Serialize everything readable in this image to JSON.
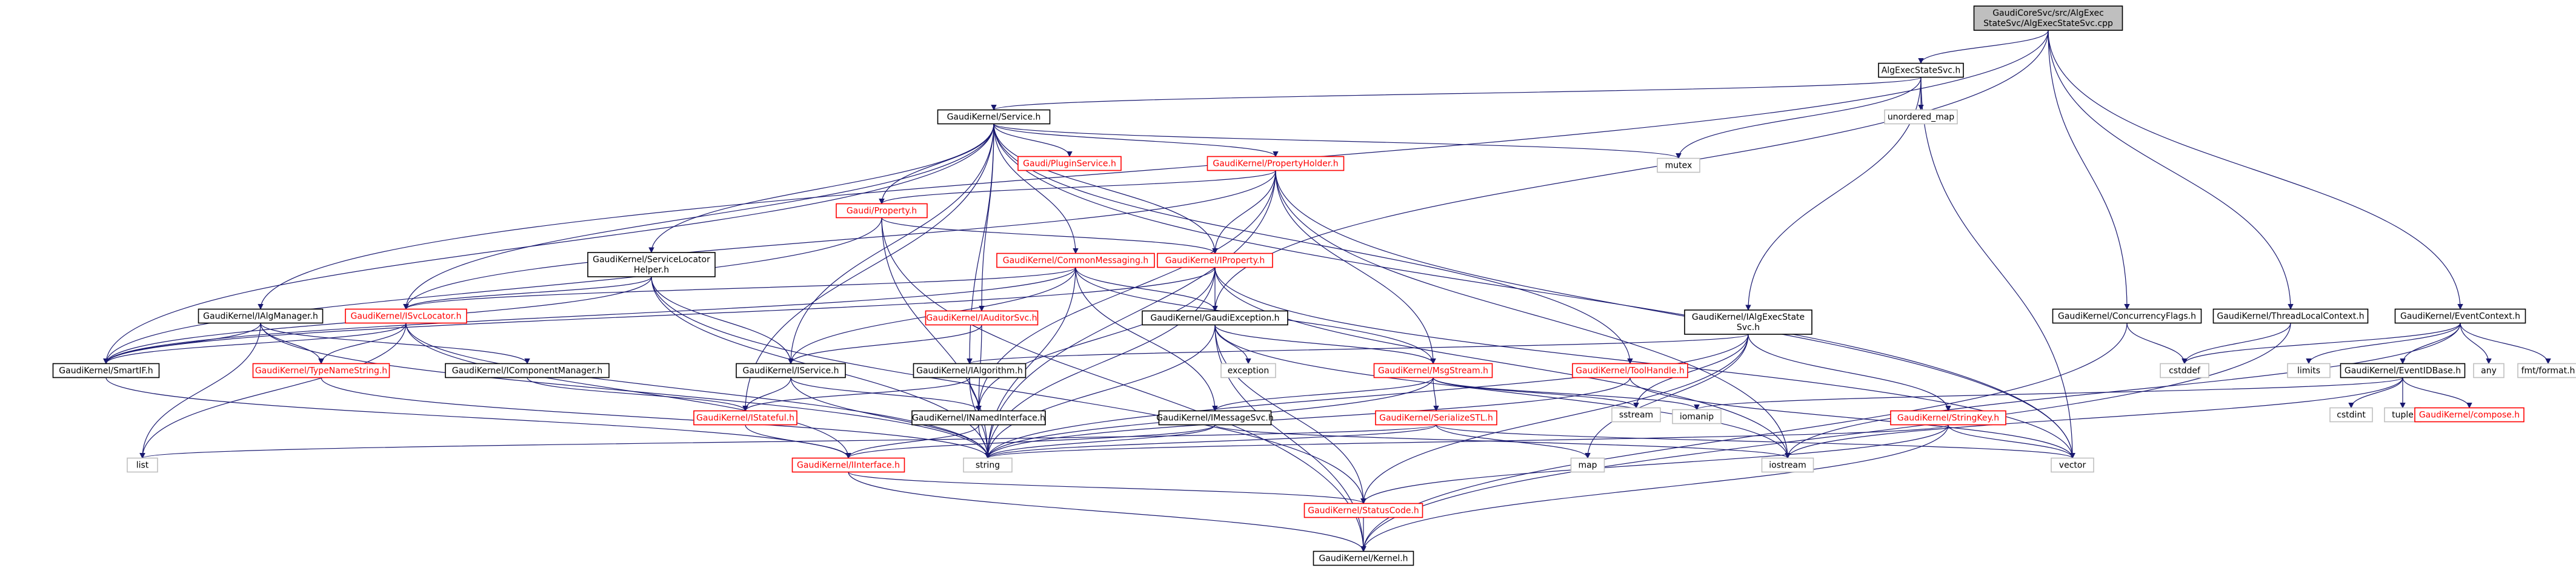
{
  "diagram": {
    "title": "",
    "colors": {
      "edge": "#191970",
      "text_default": "#000000",
      "text_link": "#000000",
      "text_red": "#ff0000",
      "border_default": "#000000",
      "border_gray": "#bfbfbf",
      "root_fill": "#bfbfbf"
    },
    "nodes": [
      {
        "id": "root",
        "lines": [
          "GaudiCoreSvc/src/AlgExec",
          "StateSvc/AlgExecStateSvc.cpp"
        ],
        "style": "root"
      },
      {
        "id": "AlgExecStateSvc_h",
        "lines": [
          "AlgExecStateSvc.h"
        ],
        "style": "black"
      },
      {
        "id": "Service_h",
        "lines": [
          "GaudiKernel/Service.h"
        ],
        "style": "black"
      },
      {
        "id": "unordered_map",
        "lines": [
          "unordered_map"
        ],
        "style": "gray"
      },
      {
        "id": "mutex",
        "lines": [
          "mutex"
        ],
        "style": "gray"
      },
      {
        "id": "PluginService_h",
        "lines": [
          "Gaudi/PluginService.h"
        ],
        "style": "red"
      },
      {
        "id": "PropertyHolder_h",
        "lines": [
          "GaudiKernel/PropertyHolder.h"
        ],
        "style": "red"
      },
      {
        "id": "Property_h",
        "lines": [
          "Gaudi/Property.h"
        ],
        "style": "red"
      },
      {
        "id": "IProperty_h",
        "lines": [
          "GaudiKernel/IProperty.h"
        ],
        "style": "red"
      },
      {
        "id": "ServiceLocatorHelper_h",
        "lines": [
          "GaudiKernel/ServiceLocator",
          "Helper.h"
        ],
        "style": "black"
      },
      {
        "id": "CommonMessaging_h",
        "lines": [
          "GaudiKernel/CommonMessaging.h"
        ],
        "style": "red"
      },
      {
        "id": "IAlgManager_h",
        "lines": [
          "GaudiKernel/IAlgManager.h"
        ],
        "style": "black"
      },
      {
        "id": "ISvcLocator_h",
        "lines": [
          "GaudiKernel/ISvcLocator.h"
        ],
        "style": "red"
      },
      {
        "id": "IAuditorSvc_h",
        "lines": [
          "GaudiKernel/IAuditorSvc.h"
        ],
        "style": "red"
      },
      {
        "id": "GaudiException_h",
        "lines": [
          "GaudiKernel/GaudiException.h"
        ],
        "style": "black"
      },
      {
        "id": "IAlgExecStateSvc_h",
        "lines": [
          "GaudiKernel/IAlgExecState",
          "Svc.h"
        ],
        "style": "black"
      },
      {
        "id": "ConcurrencyFlags_h",
        "lines": [
          "GaudiKernel/ConcurrencyFlags.h"
        ],
        "style": "black"
      },
      {
        "id": "ThreadLocalContext_h",
        "lines": [
          "GaudiKernel/ThreadLocalContext.h"
        ],
        "style": "black"
      },
      {
        "id": "EventContext_h",
        "lines": [
          "GaudiKernel/EventContext.h"
        ],
        "style": "black"
      },
      {
        "id": "SmartIF_h",
        "lines": [
          "GaudiKernel/SmartIF.h"
        ],
        "style": "black"
      },
      {
        "id": "TypeNameString_h",
        "lines": [
          "GaudiKernel/TypeNameString.h"
        ],
        "style": "red"
      },
      {
        "id": "IComponentManager_h",
        "lines": [
          "GaudiKernel/IComponentManager.h"
        ],
        "style": "black"
      },
      {
        "id": "IService_h",
        "lines": [
          "GaudiKernel/IService.h"
        ],
        "style": "black"
      },
      {
        "id": "IAlgorithm_h",
        "lines": [
          "GaudiKernel/IAlgorithm.h"
        ],
        "style": "black"
      },
      {
        "id": "exception",
        "lines": [
          "exception"
        ],
        "style": "gray"
      },
      {
        "id": "MsgStream_h",
        "lines": [
          "GaudiKernel/MsgStream.h"
        ],
        "style": "red"
      },
      {
        "id": "ToolHandle_h",
        "lines": [
          "GaudiKernel/ToolHandle.h"
        ],
        "style": "red"
      },
      {
        "id": "sstream",
        "lines": [
          "sstream"
        ],
        "style": "gray"
      },
      {
        "id": "iomanip",
        "lines": [
          "iomanip"
        ],
        "style": "gray"
      },
      {
        "id": "StringKey_h",
        "lines": [
          "GaudiKernel/StringKey.h"
        ],
        "style": "red"
      },
      {
        "id": "cstddef",
        "lines": [
          "cstddef"
        ],
        "style": "gray"
      },
      {
        "id": "limits",
        "lines": [
          "limits"
        ],
        "style": "gray"
      },
      {
        "id": "EventIDBase_h",
        "lines": [
          "GaudiKernel/EventIDBase.h"
        ],
        "style": "black"
      },
      {
        "id": "any",
        "lines": [
          "any"
        ],
        "style": "gray"
      },
      {
        "id": "fmt_format_h",
        "lines": [
          "fmt/format.h"
        ],
        "style": "gray"
      },
      {
        "id": "IStateful_h",
        "lines": [
          "GaudiKernel/IStateful.h"
        ],
        "style": "red"
      },
      {
        "id": "INamedInterface_h",
        "lines": [
          "GaudiKernel/INamedInterface.h"
        ],
        "style": "black"
      },
      {
        "id": "IMessageSvc_h",
        "lines": [
          "GaudiKernel/IMessageSvc.h"
        ],
        "style": "black"
      },
      {
        "id": "SerializeSTL_h",
        "lines": [
          "GaudiKernel/SerializeSTL.h"
        ],
        "style": "red"
      },
      {
        "id": "cstdint",
        "lines": [
          "cstdint"
        ],
        "style": "gray"
      },
      {
        "id": "tuple",
        "lines": [
          "tuple"
        ],
        "style": "gray"
      },
      {
        "id": "compose_h",
        "lines": [
          "GaudiKernel/compose.h"
        ],
        "style": "red"
      },
      {
        "id": "list",
        "lines": [
          "list"
        ],
        "style": "gray"
      },
      {
        "id": "IInterface_h",
        "lines": [
          "GaudiKernel/IInterface.h"
        ],
        "style": "red"
      },
      {
        "id": "string",
        "lines": [
          "string"
        ],
        "style": "gray"
      },
      {
        "id": "map",
        "lines": [
          "map"
        ],
        "style": "gray"
      },
      {
        "id": "iostream",
        "lines": [
          "iostream"
        ],
        "style": "gray"
      },
      {
        "id": "vector",
        "lines": [
          "vector"
        ],
        "style": "gray"
      },
      {
        "id": "StatusCode_h",
        "lines": [
          "GaudiKernel/StatusCode.h"
        ],
        "style": "red"
      },
      {
        "id": "Kernel_h",
        "lines": [
          "GaudiKernel/Kernel.h"
        ],
        "style": "black"
      }
    ],
    "edges": [
      [
        "root",
        "AlgExecStateSvc_h"
      ],
      [
        "root",
        "IAlgManager_h"
      ],
      [
        "root",
        "ConcurrencyFlags_h"
      ],
      [
        "root",
        "ThreadLocalContext_h"
      ],
      [
        "root",
        "EventContext_h"
      ],
      [
        "root",
        "GaudiException_h"
      ],
      [
        "AlgExecStateSvc_h",
        "Service_h"
      ],
      [
        "AlgExecStateSvc_h",
        "unordered_map"
      ],
      [
        "AlgExecStateSvc_h",
        "mutex"
      ],
      [
        "AlgExecStateSvc_h",
        "IAlgExecStateSvc_h"
      ],
      [
        "AlgExecStateSvc_h",
        "vector"
      ],
      [
        "Service_h",
        "PluginService_h"
      ],
      [
        "Service_h",
        "PropertyHolder_h"
      ],
      [
        "Service_h",
        "Property_h"
      ],
      [
        "Service_h",
        "IProperty_h"
      ],
      [
        "Service_h",
        "ServiceLocatorHelper_h"
      ],
      [
        "Service_h",
        "CommonMessaging_h"
      ],
      [
        "Service_h",
        "ISvcLocator_h"
      ],
      [
        "Service_h",
        "IAuditorSvc_h"
      ],
      [
        "Service_h",
        "SmartIF_h"
      ],
      [
        "Service_h",
        "IService_h"
      ],
      [
        "Service_h",
        "IStateful_h"
      ],
      [
        "Service_h",
        "ToolHandle_h"
      ],
      [
        "Service_h",
        "mutex"
      ],
      [
        "Service_h",
        "vector"
      ],
      [
        "Service_h",
        "IAlgorithm_h"
      ],
      [
        "PropertyHolder_h",
        "Property_h"
      ],
      [
        "PropertyHolder_h",
        "IProperty_h"
      ],
      [
        "PropertyHolder_h",
        "ISvcLocator_h"
      ],
      [
        "PropertyHolder_h",
        "MsgStream_h"
      ],
      [
        "PropertyHolder_h",
        "INamedInterface_h"
      ],
      [
        "PropertyHolder_h",
        "iostream"
      ],
      [
        "PropertyHolder_h",
        "vector"
      ],
      [
        "PropertyHolder_h",
        "string"
      ],
      [
        "Property_h",
        "IProperty_h"
      ],
      [
        "Property_h",
        "SmartIF_h"
      ],
      [
        "Property_h",
        "string"
      ],
      [
        "Property_h",
        "Kernel_h"
      ],
      [
        "IProperty_h",
        "GaudiException_h"
      ],
      [
        "IProperty_h",
        "INamedInterface_h"
      ],
      [
        "IProperty_h",
        "SmartIF_h"
      ],
      [
        "IProperty_h",
        "iostream"
      ],
      [
        "IProperty_h",
        "vector"
      ],
      [
        "IProperty_h",
        "string"
      ],
      [
        "ServiceLocatorHelper_h",
        "ISvcLocator_h"
      ],
      [
        "ServiceLocatorHelper_h",
        "IService_h"
      ],
      [
        "ServiceLocatorHelper_h",
        "SmartIF_h"
      ],
      [
        "ServiceLocatorHelper_h",
        "string"
      ],
      [
        "ServiceLocatorHelper_h",
        "StatusCode_h"
      ],
      [
        "CommonMessaging_h",
        "GaudiException_h"
      ],
      [
        "CommonMessaging_h",
        "MsgStream_h"
      ],
      [
        "CommonMessaging_h",
        "IMessageSvc_h"
      ],
      [
        "CommonMessaging_h",
        "IService_h"
      ],
      [
        "CommonMessaging_h",
        "ISvcLocator_h"
      ],
      [
        "CommonMessaging_h",
        "SmartIF_h"
      ],
      [
        "CommonMessaging_h",
        "string"
      ],
      [
        "IAlgManager_h",
        "IComponentManager_h"
      ],
      [
        "IAlgManager_h",
        "TypeNameString_h"
      ],
      [
        "IAlgManager_h",
        "SmartIF_h"
      ],
      [
        "IAlgManager_h",
        "string"
      ],
      [
        "IAlgManager_h",
        "list"
      ],
      [
        "ISvcLocator_h",
        "TypeNameString_h"
      ],
      [
        "ISvcLocator_h",
        "SmartIF_h"
      ],
      [
        "ISvcLocator_h",
        "IInterface_h"
      ],
      [
        "ISvcLocator_h",
        "list"
      ],
      [
        "ISvcLocator_h",
        "string"
      ],
      [
        "IAuditorSvc_h",
        "IService_h"
      ],
      [
        "IAuditorSvc_h",
        "INamedInterface_h"
      ],
      [
        "GaudiException_h",
        "MsgStream_h"
      ],
      [
        "GaudiException_h",
        "exception"
      ],
      [
        "GaudiException_h",
        "StatusCode_h"
      ],
      [
        "GaudiException_h",
        "string"
      ],
      [
        "GaudiException_h",
        "iostream"
      ],
      [
        "GaudiException_h",
        "Kernel_h"
      ],
      [
        "IAlgExecStateSvc_h",
        "IAlgorithm_h"
      ],
      [
        "IAlgExecStateSvc_h",
        "StringKey_h"
      ],
      [
        "IAlgExecStateSvc_h",
        "sstream"
      ],
      [
        "IAlgExecStateSvc_h",
        "map"
      ],
      [
        "IAlgExecStateSvc_h",
        "string"
      ],
      [
        "IAlgExecStateSvc_h",
        "StatusCode_h"
      ],
      [
        "ConcurrencyFlags_h",
        "cstddef"
      ],
      [
        "ConcurrencyFlags_h",
        "Kernel_h"
      ],
      [
        "ThreadLocalContext_h",
        "cstddef"
      ],
      [
        "ThreadLocalContext_h",
        "Kernel_h"
      ],
      [
        "EventContext_h",
        "cstddef"
      ],
      [
        "EventContext_h",
        "limits"
      ],
      [
        "EventContext_h",
        "EventIDBase_h"
      ],
      [
        "EventContext_h",
        "any"
      ],
      [
        "EventContext_h",
        "fmt_format_h"
      ],
      [
        "EventContext_h",
        "iostream"
      ],
      [
        "SmartIF_h",
        "IInterface_h"
      ],
      [
        "TypeNameString_h",
        "string"
      ],
      [
        "IComponentManager_h",
        "IStateful_h"
      ],
      [
        "IService_h",
        "IStateful_h"
      ],
      [
        "IService_h",
        "INamedInterface_h"
      ],
      [
        "IService_h",
        "string"
      ],
      [
        "IAlgorithm_h",
        "IStateful_h"
      ],
      [
        "IAlgorithm_h",
        "INamedInterface_h"
      ],
      [
        "IAlgorithm_h",
        "string"
      ],
      [
        "MsgStream_h",
        "IMessageSvc_h"
      ],
      [
        "MsgStream_h",
        "SerializeSTL_h"
      ],
      [
        "MsgStream_h",
        "sstream"
      ],
      [
        "MsgStream_h",
        "iomanip"
      ],
      [
        "MsgStream_h",
        "string"
      ],
      [
        "ToolHandle_h",
        "vector"
      ],
      [
        "ToolHandle_h",
        "string"
      ],
      [
        "StringKey_h",
        "StatusCode_h"
      ],
      [
        "StringKey_h",
        "Kernel_h"
      ],
      [
        "StringKey_h",
        "vector"
      ],
      [
        "StringKey_h",
        "string"
      ],
      [
        "EventIDBase_h",
        "cstdint"
      ],
      [
        "EventIDBase_h",
        "tuple"
      ],
      [
        "EventIDBase_h",
        "compose_h"
      ],
      [
        "EventIDBase_h",
        "iomanip"
      ],
      [
        "EventIDBase_h",
        "iostream"
      ],
      [
        "IStateful_h",
        "IInterface_h"
      ],
      [
        "INamedInterface_h",
        "IInterface_h"
      ],
      [
        "INamedInterface_h",
        "string"
      ],
      [
        "IMessageSvc_h",
        "IInterface_h"
      ],
      [
        "IMessageSvc_h",
        "string"
      ],
      [
        "IMessageSvc_h",
        "iostream"
      ],
      [
        "SerializeSTL_h",
        "map"
      ],
      [
        "SerializeSTL_h",
        "vector"
      ],
      [
        "SerializeSTL_h",
        "list"
      ],
      [
        "SerializeSTL_h",
        "string"
      ],
      [
        "IInterface_h",
        "StatusCode_h"
      ],
      [
        "IInterface_h",
        "Kernel_h"
      ],
      [
        "StatusCode_h",
        "Kernel_h"
      ]
    ]
  }
}
